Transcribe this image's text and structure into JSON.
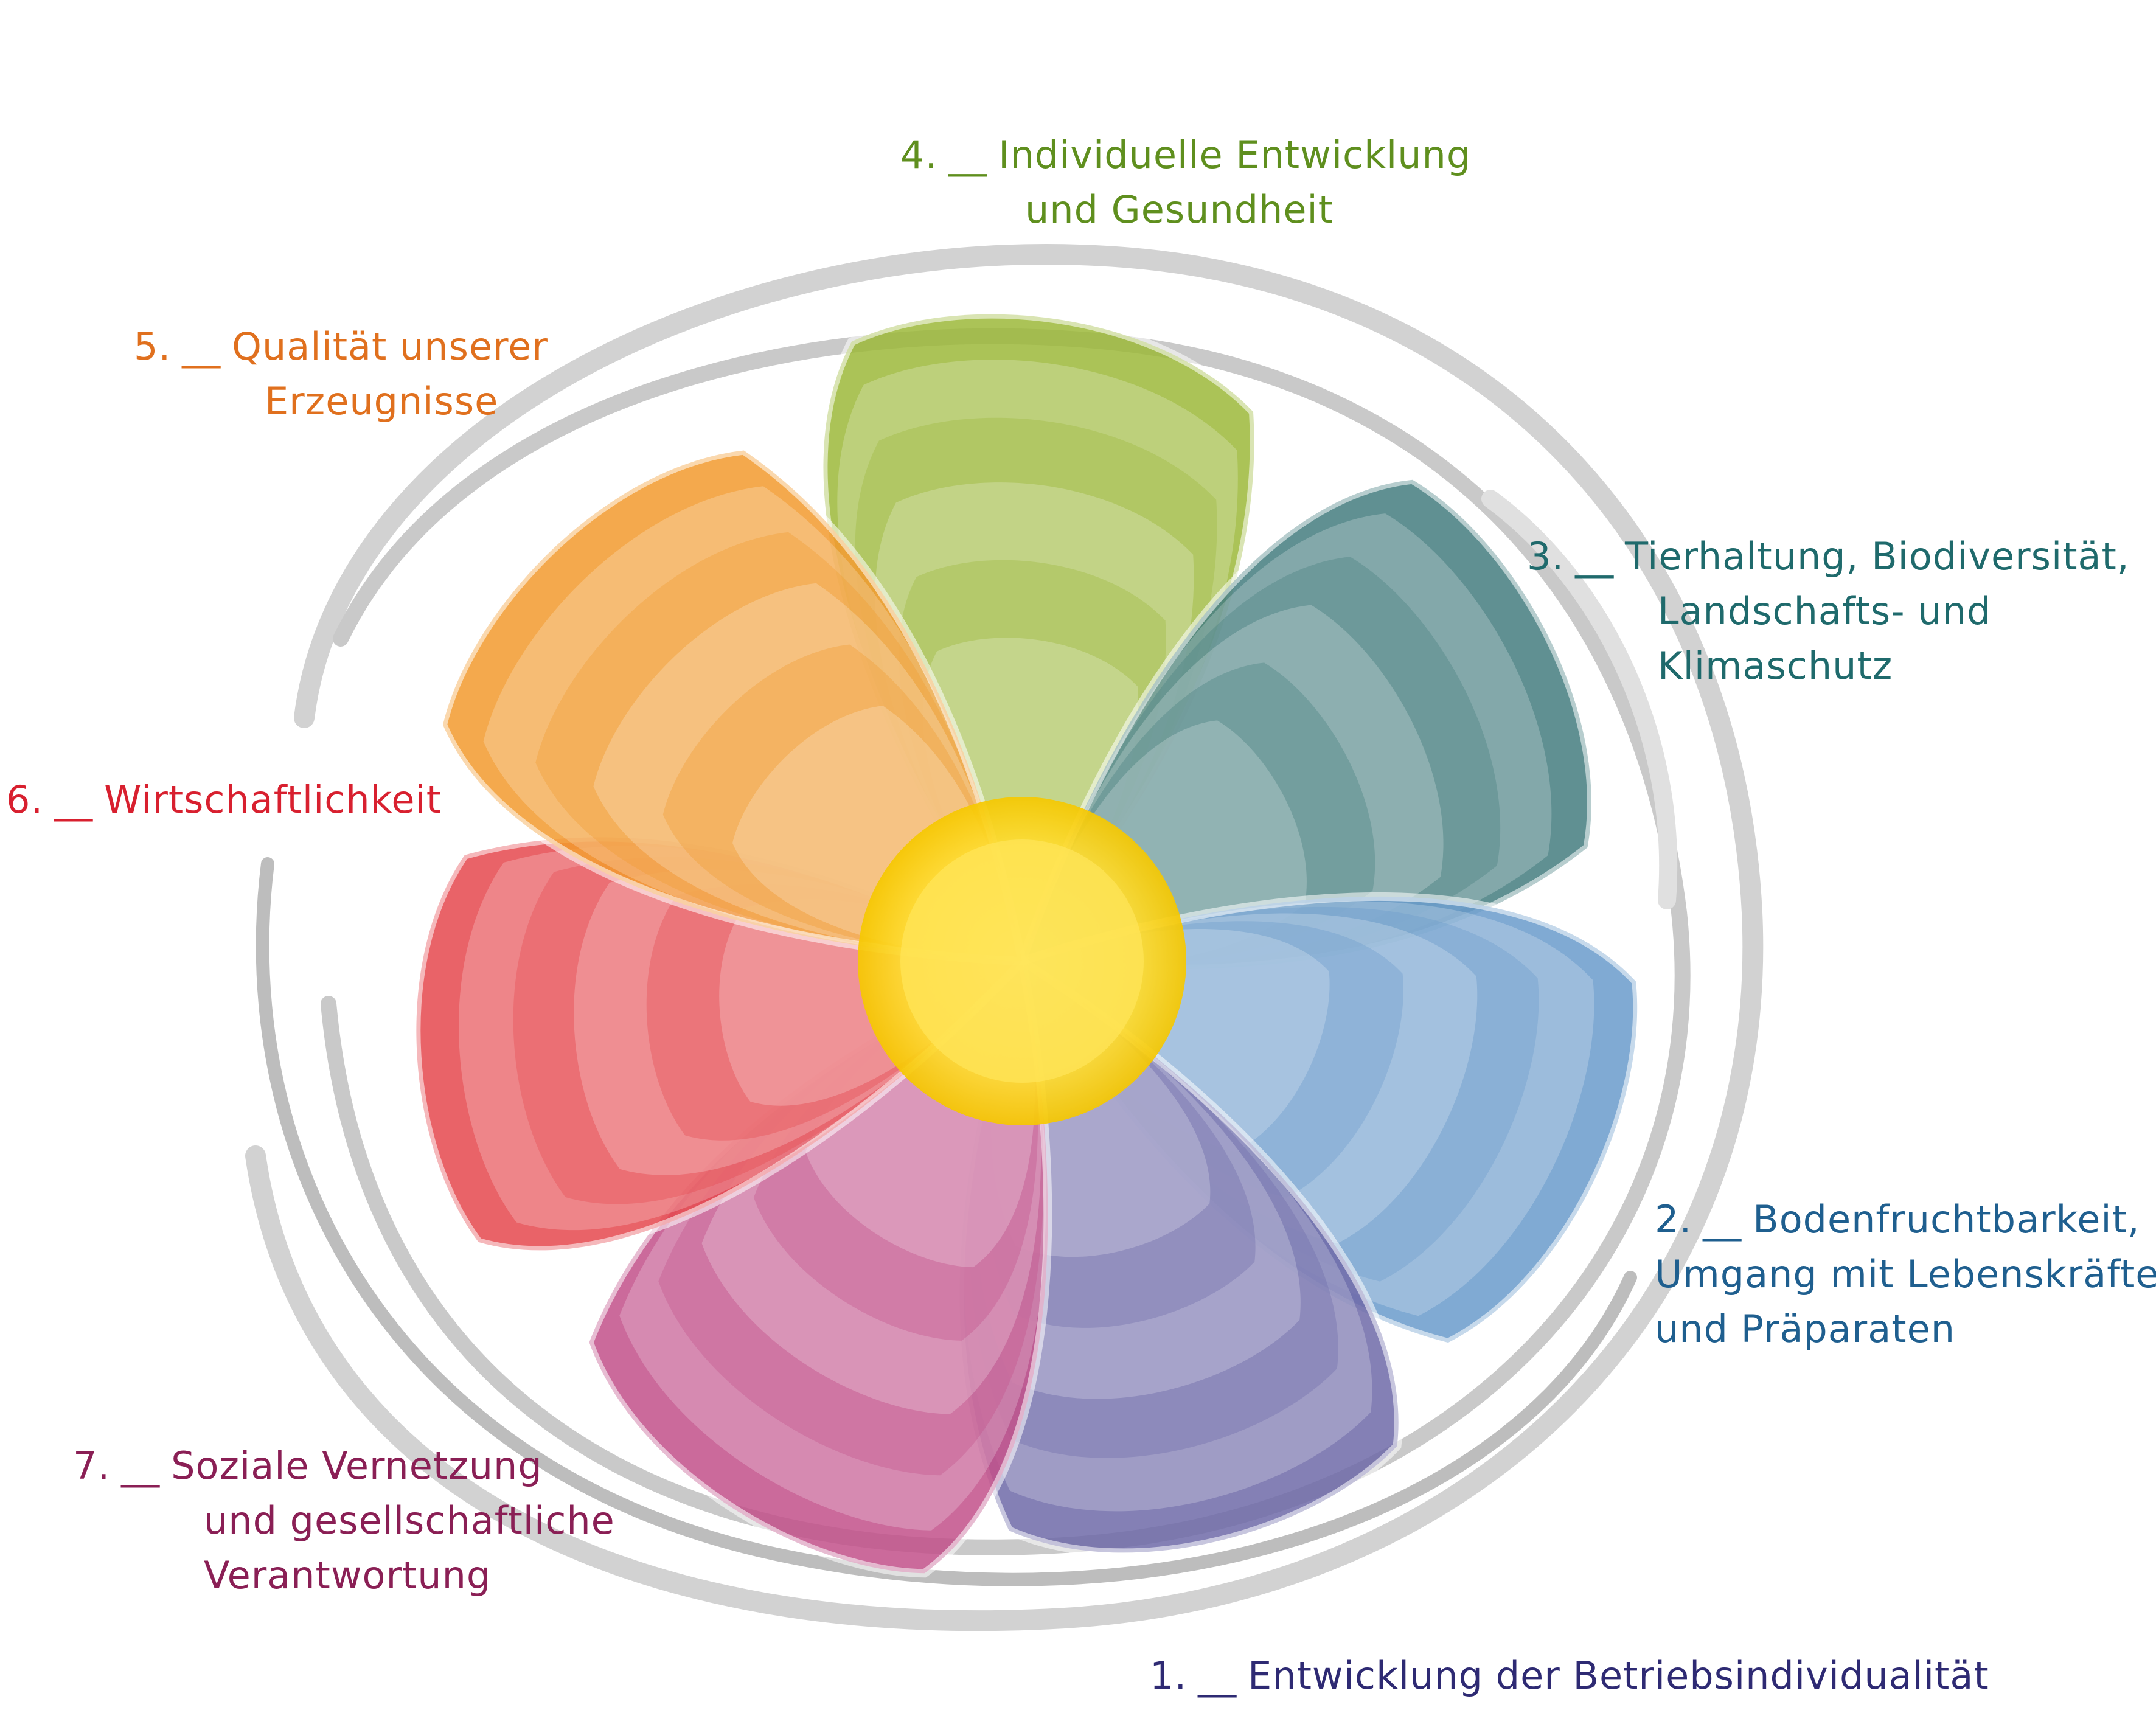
{
  "colors": {
    "p1": "#6e6aa8",
    "p2": "#6a9bcb",
    "p3": "#447d7f",
    "p4": "#9cb83a",
    "p5": "#f29a2e",
    "p6": "#e5484d",
    "p7": "#c2508a",
    "center": "#ffe04a",
    "ring": "#cfcfcf"
  },
  "segments": [
    {
      "id": "1",
      "num": "1.",
      "dash": "__",
      "lines": [
        "Entwicklung der Betriebsindividualität"
      ],
      "color": "#2e2a73"
    },
    {
      "id": "2",
      "num": "2.",
      "dash": "__",
      "lines": [
        "Bodenfruchtbarkeit,",
        "Umgang mit Lebenskräften",
        "und Präparaten"
      ],
      "color": "#1f5f8f"
    },
    {
      "id": "3",
      "num": "3.",
      "dash": "__",
      "lines": [
        "Tierhaltung, Biodiversität,",
        "Landschafts- und",
        "Klimaschutz"
      ],
      "color": "#1f6a6c"
    },
    {
      "id": "4",
      "num": "4.",
      "dash": "__",
      "lines": [
        "Individuelle Entwicklung",
        "und Gesundheit"
      ],
      "color": "#5f8f1e"
    },
    {
      "id": "5",
      "num": "5.",
      "dash": "__",
      "lines": [
        "Qualität unserer",
        "Erzeugnisse"
      ],
      "color": "#e0701e"
    },
    {
      "id": "6",
      "num": "6.",
      "dash": "__",
      "lines": [
        "Wirtschaftlichkeit"
      ],
      "color": "#d8202f"
    },
    {
      "id": "7",
      "num": "7.",
      "dash": "__",
      "lines": [
        "Soziale Vernetzung",
        "und gesellschaftliche",
        "Verantwortung"
      ],
      "color": "#8a1f55"
    }
  ]
}
